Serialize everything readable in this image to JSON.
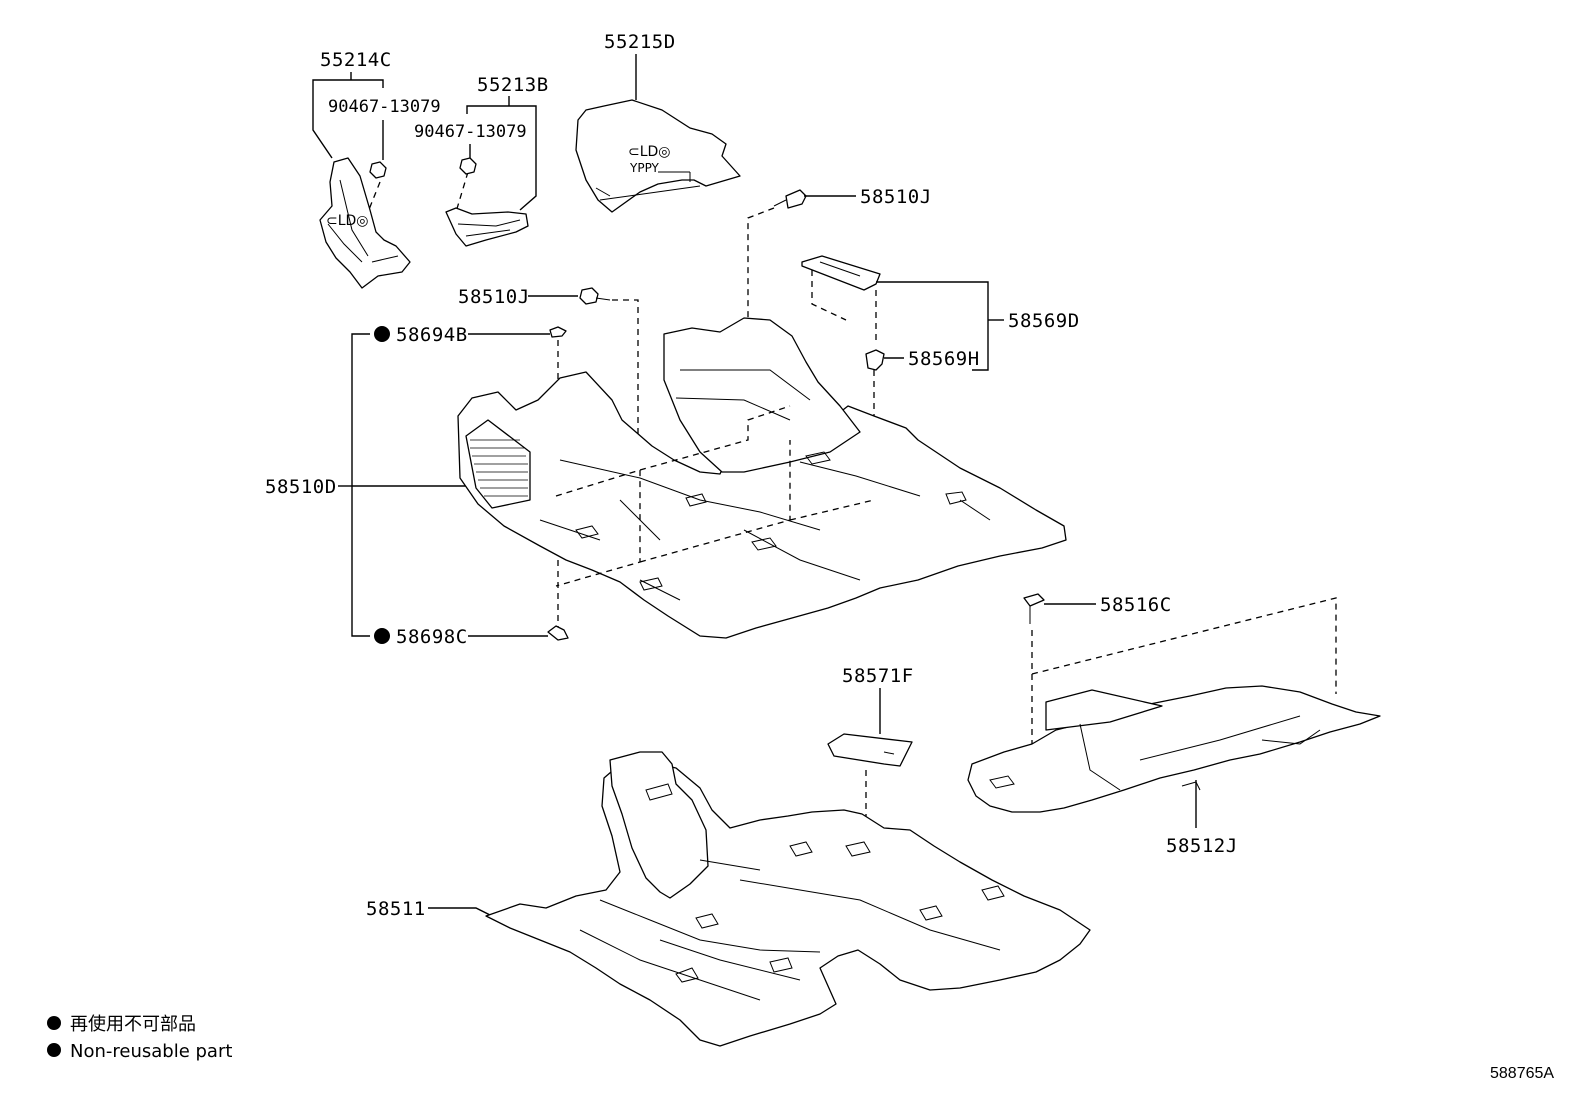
{
  "labels": {
    "p55214C": "55214C",
    "p90467a": "90467-13079",
    "p55213B": "55213B",
    "p90467b": "90467-13079",
    "p55215D": "55215D",
    "p58510J_a": "58510J",
    "p58510J_b": "58510J",
    "p58569D": "58569D",
    "p58569H": "58569H",
    "p58694B": "58694B",
    "p58510D": "58510D",
    "p58698C": "58698C",
    "p58516C": "58516C",
    "p58571F": "58571F",
    "p58512J": "58512J",
    "p58511": "58511"
  },
  "legend": {
    "jp": "再使用不可部品",
    "en": "Non-reusable part"
  },
  "diagram_id": "588765A"
}
